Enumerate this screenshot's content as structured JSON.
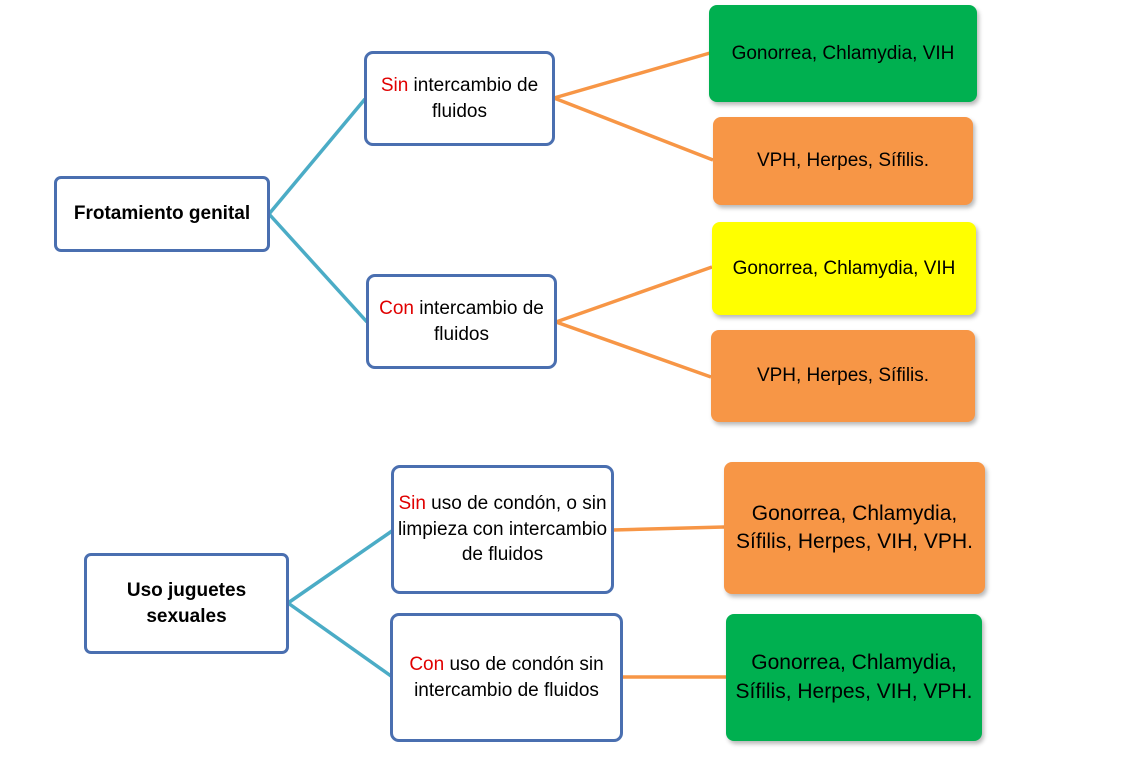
{
  "colors": {
    "box_border": "#4a6fb0",
    "connector_blue": "#4bacc6",
    "connector_orange": "#f79646",
    "leaf_green": "#00b050",
    "leaf_orange": "#f79646",
    "leaf_yellow": "#ffff00",
    "highlight_red": "#e00000"
  },
  "diagram": {
    "group1": {
      "root": "Frotamiento genital",
      "branch_sin": {
        "highlight": "Sin",
        "text": " intercambio de fluidos"
      },
      "branch_con": {
        "highlight": "Con",
        "text": " intercambio de fluidos"
      },
      "sin_leaves": [
        "Gonorrea, Chlamydia, VIH",
        "VPH, Herpes, Sífilis."
      ],
      "con_leaves": [
        "Gonorrea, Chlamydia, VIH",
        "VPH, Herpes, Sífilis."
      ]
    },
    "group2": {
      "root": "Uso juguetes sexuales",
      "branch_sin": {
        "highlight": "Sin",
        "text": " uso de condón, o sin limpieza con intercambio de fluidos"
      },
      "branch_con": {
        "highlight": "Con",
        "text": " uso de condón sin  intercambio de fluidos"
      },
      "sin_leaf": "Gonorrea, Chlamydia, Sífilis, Herpes, VIH, VPH.",
      "con_leaf": "Gonorrea, Chlamydia, Sífilis, Herpes, VIH, VPH."
    }
  }
}
